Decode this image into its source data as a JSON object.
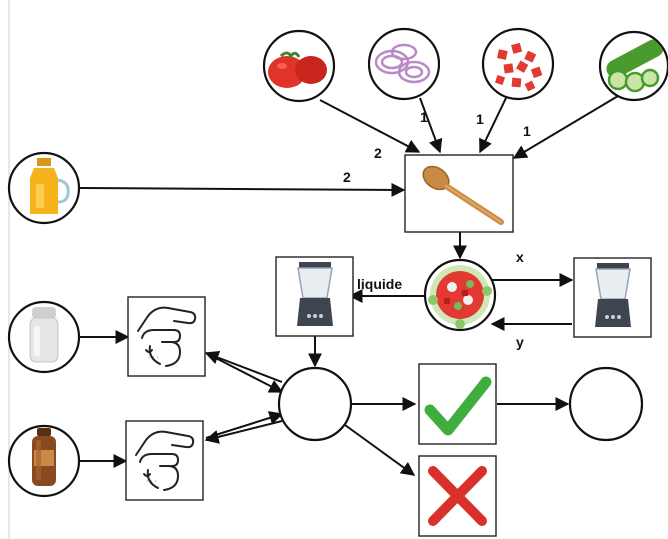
{
  "labels": {
    "tomato_qty": "2",
    "onion_qty": "1",
    "pepper_qty": "1",
    "cucumber_qty": "1",
    "oil_qty": "2",
    "liquid": "liquide",
    "x": "x",
    "y": "y"
  },
  "icons": {
    "tomato": "tomato-icon",
    "onion": "onion-rings-icon",
    "pepper": "diced-pepper-icon",
    "cucumber": "cucumber-icon",
    "oil": "oil-bottle-icon",
    "spoon": "wooden-spoon-icon",
    "salad": "salad-bowl-icon",
    "blender": "blender-icon",
    "salt": "salt-shaker-icon",
    "pepper_mill": "pepper-mill-icon",
    "pinch": "pinch-hand-icon",
    "check": "check-mark-icon",
    "cross": "cross-mark-icon"
  },
  "colors": {
    "check": "#3fae3f",
    "cross": "#d9302b",
    "oil": "#f5b21a",
    "tomato": "#e0342a",
    "cucumber": "#4a9b2e",
    "pepper_mill": "#8a4a1f",
    "blender_base": "#3e4450"
  }
}
